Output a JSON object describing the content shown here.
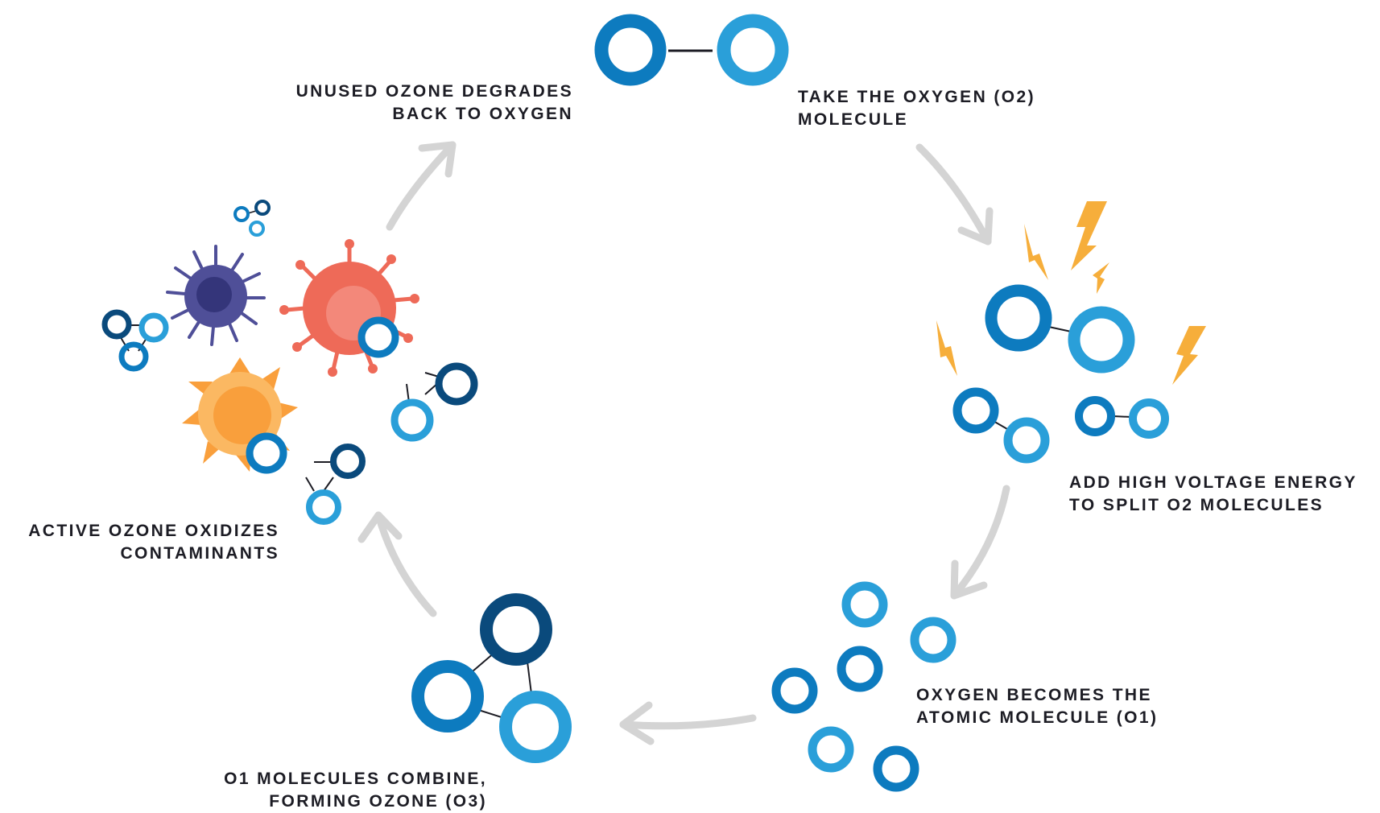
{
  "steps": {
    "take_oxygen": {
      "line1": "TAKE THE OXYGEN (O2)",
      "line2": "MOLECULE"
    },
    "add_voltage": {
      "line1": "ADD HIGH VOLTAGE ENERGY",
      "line2": "TO SPLIT O2 MOLECULES"
    },
    "atomic": {
      "line1": "OXYGEN BECOMES THE",
      "line2": "ATOMIC MOLECULE (O1)"
    },
    "combine": {
      "line1": "O1 MOLECULES COMBINE,",
      "line2": "FORMING OZONE (O3)"
    },
    "oxidize": {
      "line1": "ACTIVE OZONE OXIDIZES",
      "line2": "CONTAMINANTS"
    },
    "degrade": {
      "line1": "UNUSED OZONE DEGRADES",
      "line2": "BACK TO OXYGEN"
    }
  },
  "colors": {
    "dark_blue": "#0a4a7c",
    "mid_blue": "#0d7bbf",
    "light_blue": "#2a9fd9",
    "arrow_gray": "#d4d4d4",
    "bolt_orange": "#f6ae3b",
    "virus_red": "#ee6a58",
    "virus_purple": "#4f4f98",
    "virus_orange": "#f99f3c",
    "text": "#1c1c24"
  },
  "icons": [
    "oxygen-molecule-icon",
    "lightning-bolt-icon",
    "virus-icon",
    "ozone-molecule-icon",
    "cycle-arrow-icon"
  ]
}
